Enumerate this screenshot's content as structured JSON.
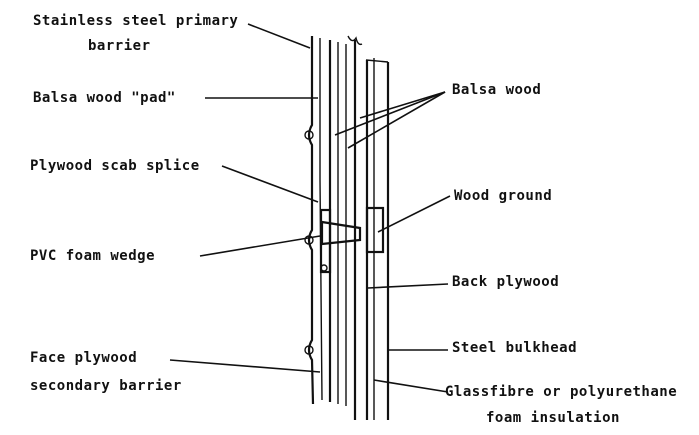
{
  "labels": {
    "stainless_line1": "Stainless steel primary",
    "stainless_line2": "barrier",
    "balsa_pad": "Balsa wood \"pad\"",
    "plywood_scab": "Plywood scab splice",
    "pvc_wedge": "PVC foam wedge",
    "face_plywood_line1": "Face plywood",
    "face_plywood_line2": "secondary barrier",
    "balsa_wood": "Balsa wood",
    "wood_ground": "Wood ground",
    "back_plywood": "Back plywood",
    "steel_bulkhead": "Steel bulkhead",
    "glassfibre_line1": "Glassfibre or polyurethane",
    "glassfibre_line2": "foam insulation"
  }
}
